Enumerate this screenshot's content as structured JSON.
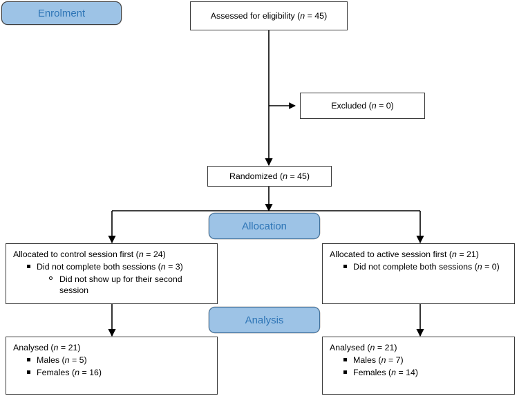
{
  "diagram": {
    "title": "CONSORT participant flow diagram",
    "colors": {
      "stage_fill": "#9DC3E6",
      "stage_text": "#2E75B6",
      "stage_border": "#41719C",
      "box_border": "#3A3A3A",
      "connector": "#000000",
      "background": "#FFFFFF"
    }
  },
  "stages": {
    "enrolment": "Enrolment",
    "allocation": "Allocation",
    "analysis": "Analysis"
  },
  "nodes": {
    "assessed": {
      "text_pre": "Assessed for eligibility (",
      "italic": "n",
      "text_post": " = 45)"
    },
    "excluded": {
      "text_pre": "Excluded (",
      "italic": "n",
      "text_post": " = 0)"
    },
    "randomized": {
      "text_pre": "Randomized (",
      "italic": "n",
      "text_post": " = 45)"
    },
    "alloc_left": {
      "heading_pre": "Allocated to control session first (",
      "heading_italic": "n",
      "heading_post": " = 24)",
      "items": [
        {
          "text_pre": "Did not complete both sessions (",
          "italic": "n",
          "text_post": " = 3)",
          "subitems": [
            {
              "text": "Did not show up for their second session"
            }
          ]
        }
      ]
    },
    "alloc_right": {
      "heading_pre": "Allocated to active session first (",
      "heading_italic": "n",
      "heading_post": " = 21)",
      "items": [
        {
          "text_pre": "Did not complete both sessions (",
          "italic": "n",
          "text_post": " = 0)",
          "subitems": []
        }
      ]
    },
    "analysed_left": {
      "heading_pre": "Analysed (",
      "heading_italic": "n",
      "heading_post": " = 21)",
      "items": [
        {
          "text_pre": "Males (",
          "italic": "n",
          "text_post": " = 5)"
        },
        {
          "text_pre": "Females (",
          "italic": "n",
          "text_post": " = 16)"
        }
      ]
    },
    "analysed_right": {
      "heading_pre": "Analysed (",
      "heading_italic": "n",
      "heading_post": " = 21)",
      "items": [
        {
          "text_pre": "Males (",
          "italic": "n",
          "text_post": " = 7)"
        },
        {
          "text_pre": "Females (",
          "italic": "n",
          "text_post": " = 14)"
        }
      ]
    }
  },
  "counts": {
    "assessed_n": 45,
    "excluded_n": 0,
    "randomized_n": 45,
    "control_allocated_n": 24,
    "control_not_completed_n": 3,
    "active_allocated_n": 21,
    "active_not_completed_n": 0,
    "control_analysed_n": 21,
    "control_males_n": 5,
    "control_females_n": 16,
    "active_analysed_n": 21,
    "active_males_n": 7,
    "active_females_n": 14
  }
}
